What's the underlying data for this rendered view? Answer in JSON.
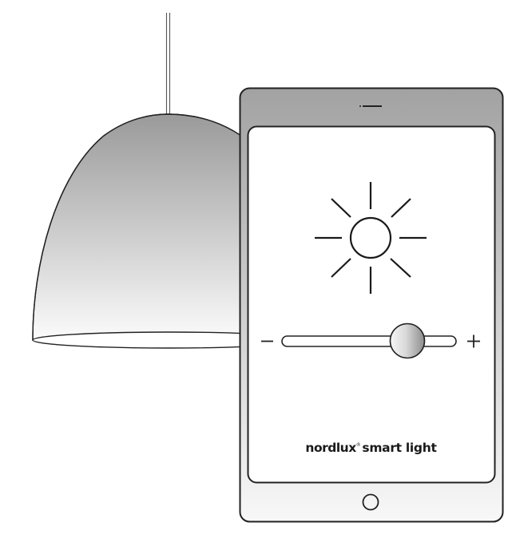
{
  "illustration": {
    "subject": "pendant-lamp-with-tablet-dimmer",
    "colors": {
      "stroke": "#222222",
      "lamp_top": "#9c9c9c",
      "lamp_bottom": "#fafafa",
      "bezel_top": "#a3a3a3",
      "bezel_bottom": "#f7f7f7",
      "screen": "#ffffff",
      "knob_light": "#f4f4f4",
      "knob_dark": "#8f8f8f"
    }
  },
  "tablet": {
    "screen": {
      "brightness_icon": "sun-icon",
      "slider": {
        "min_label": "−",
        "max_label": "+",
        "value_percent": 72
      },
      "brand": {
        "name": "nordlux",
        "registered_mark": "®",
        "product": "smart light"
      }
    },
    "home_button_icon": "home-button-circle",
    "camera_icon": "front-camera"
  }
}
